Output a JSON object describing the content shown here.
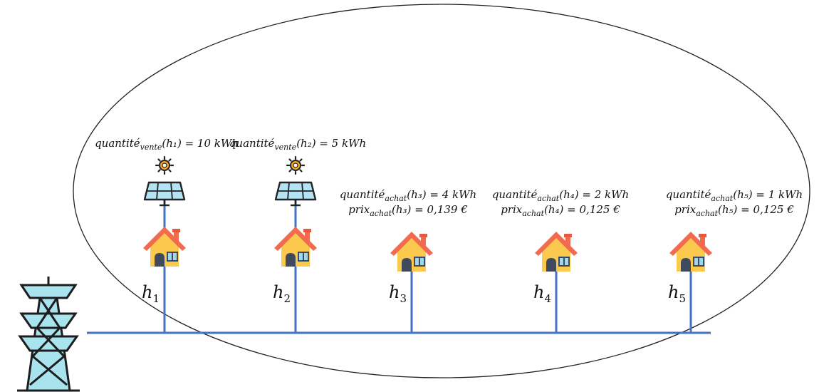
{
  "colors": {
    "bus_line": "#4472c4",
    "roof": "#f26b4f",
    "wall": "#fbc94e",
    "door": "#3f4a5c",
    "window": "#9fd8ec",
    "panel": "#b4e3f4",
    "sun_core": "#f7a826",
    "pylon_fill": "#a8e3ee",
    "ellipse_stroke": "#222222"
  },
  "icons": {
    "grid": "power-pylon-icon",
    "solar": "solar-panel-icon",
    "house": "house-icon"
  },
  "houses": [
    {
      "id": "h1",
      "label_main": "h",
      "label_sub": "1",
      "has_solar": true,
      "role": "seller",
      "line1": {
        "pre": "quantité",
        "sub": "vente",
        "arg": "(h₁) = 10 kWh"
      },
      "line2": null
    },
    {
      "id": "h2",
      "label_main": "h",
      "label_sub": "2",
      "has_solar": true,
      "role": "seller",
      "line1": {
        "pre": "quantité",
        "sub": "vente",
        "arg": "(h₂) = 5 kWh"
      },
      "line2": null
    },
    {
      "id": "h3",
      "label_main": "h",
      "label_sub": "3",
      "has_solar": false,
      "role": "buyer",
      "line1": {
        "pre": "quantité",
        "sub": "achat",
        "arg": "(h₃) = 4 kWh"
      },
      "line2": {
        "pre": "prix",
        "sub": "achat",
        "arg": "(h₃) = 0,139 €"
      }
    },
    {
      "id": "h4",
      "label_main": "h",
      "label_sub": "4",
      "has_solar": false,
      "role": "buyer",
      "line1": {
        "pre": "quantité",
        "sub": "achat",
        "arg": "(h₄) = 2 kWh"
      },
      "line2": {
        "pre": "prix",
        "sub": "achat",
        "arg": "(h₄) = 0,125 €"
      }
    },
    {
      "id": "h5",
      "label_main": "h",
      "label_sub": "5",
      "has_solar": false,
      "role": "buyer",
      "line1": {
        "pre": "quantité",
        "sub": "achat",
        "arg": "(h₅) = 1 kWh"
      },
      "line2": {
        "pre": "prix",
        "sub": "achat",
        "arg": "(h₅) = 0,125 €"
      }
    }
  ]
}
